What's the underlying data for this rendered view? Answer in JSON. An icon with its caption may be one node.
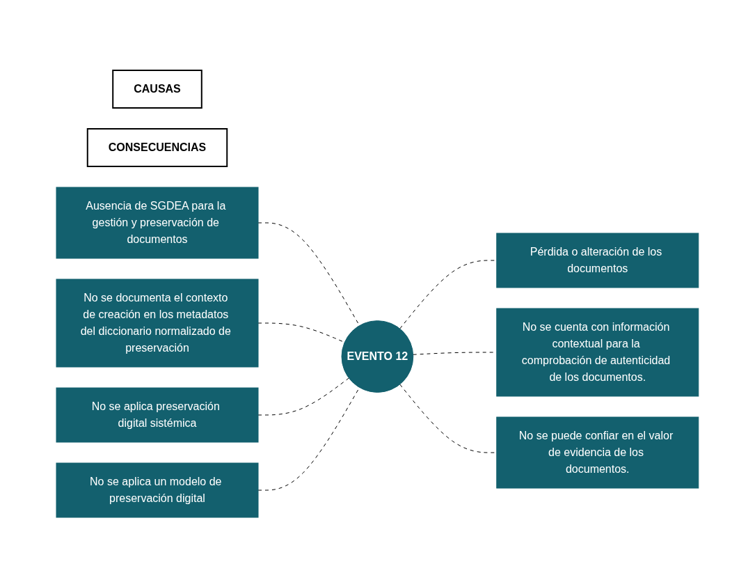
{
  "diagram": {
    "nodes": [
      {
        "text": [
          "CAUSAS"
        ]
      },
      {
        "text": [
          "CONSECUENCIAS"
        ]
      },
      {
        "text": [
          "Ausencia de SGDEA para la gestión y preservación de documentos"
        ]
      },
      {
        "text": [
          "No se documenta el contexto de creación en los metadatos del diccionario normalizado de preservación"
        ]
      },
      {
        "text": [
          "No se aplica preservación digital sistémica"
        ]
      },
      {
        "text": [
          "No se aplica un modelo de preservación digital"
        ]
      },
      {
        "text": [
          "EVENTO 12"
        ]
      },
      {
        "text": [
          "Pérdida o alteración de los documentos"
        ]
      },
      {
        "text": [
          "No se cuenta con información contextual para la comprobación de autenticidad de los documentos."
        ]
      },
      {
        "text": [
          "No se puede confiar en el valor de evidencia de los documentos."
        ]
      }
    ],
    "edges": [
      {
        "from": 2,
        "to": 6,
        "arrow": "none",
        "style": "dashed"
      },
      {
        "from": 3,
        "to": 6,
        "arrow": "none",
        "style": "dashed"
      },
      {
        "from": 4,
        "to": 6,
        "arrow": "none",
        "style": "dashed"
      },
      {
        "from": 5,
        "to": 6,
        "arrow": "none",
        "style": "dashed"
      },
      {
        "from": 6,
        "to": 7,
        "arrow": "none",
        "style": "dashed"
      },
      {
        "from": 6,
        "to": 8,
        "arrow": "none",
        "style": "dashed"
      },
      {
        "from": 6,
        "to": 9,
        "arrow": "none",
        "style": "dashed"
      }
    ]
  }
}
